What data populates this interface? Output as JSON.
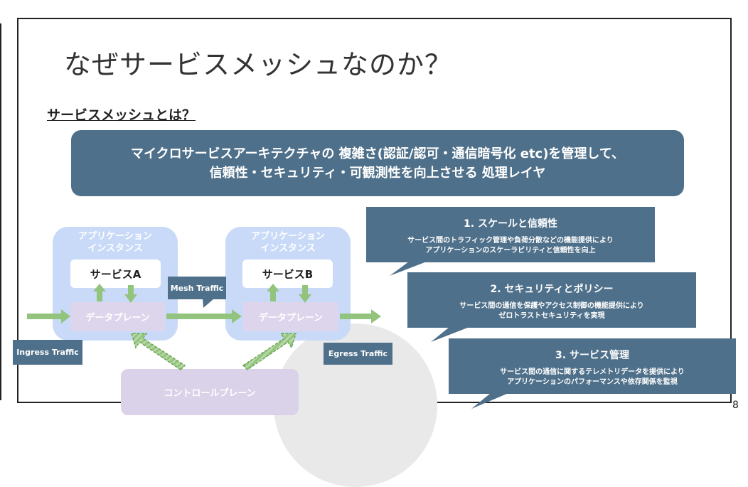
{
  "slide": {
    "title": "なぜサービスメッシュなのか？",
    "subtitle": "サービスメッシュとは？",
    "definition_line1": "マイクロサービスアーキテクチャの 複雑さ(認証/認可・通信暗号化 etc)を管理して、",
    "definition_line2": "信頼性・セキュリティ・可観測性を向上させる 処理レイヤ",
    "page_number": "8"
  },
  "diagram": {
    "instance_a": {
      "label_line1": "アプリケーション",
      "label_line2": "インスタンス",
      "service": "サービスA",
      "data_plane": "データプレーン"
    },
    "instance_b": {
      "label_line1": "アプリケーション",
      "label_line2": "インスタンス",
      "service": "サービスB",
      "data_plane": "データプレーン"
    },
    "control_plane": "コントロールプレーン",
    "ingress_label": "Ingress Traffic",
    "mesh_label": "Mesh Traffic",
    "egress_label": "Egress Traffic",
    "arrow_color": "#93c47d",
    "accent_color": "#4f708a"
  },
  "callouts": [
    {
      "title": "1.  スケールと信頼性",
      "line1": "サービス間のトラフィック管理や負荷分散などの機能提供により",
      "line2": "アプリケーションのスケーラビリティと信頼性を向上"
    },
    {
      "title": "2.  セキュリティとポリシー",
      "line1": "サービス間の通信を保護やアクセス制御の機能提供により",
      "line2": "ゼロトラストセキュリティを実現"
    },
    {
      "title": "3.  サービス管理",
      "line1": "サービス間の通信に関するテレメトリデータを提供により",
      "line2": "アプリケーションのパフォーマンスや依存関係を監視"
    }
  ]
}
